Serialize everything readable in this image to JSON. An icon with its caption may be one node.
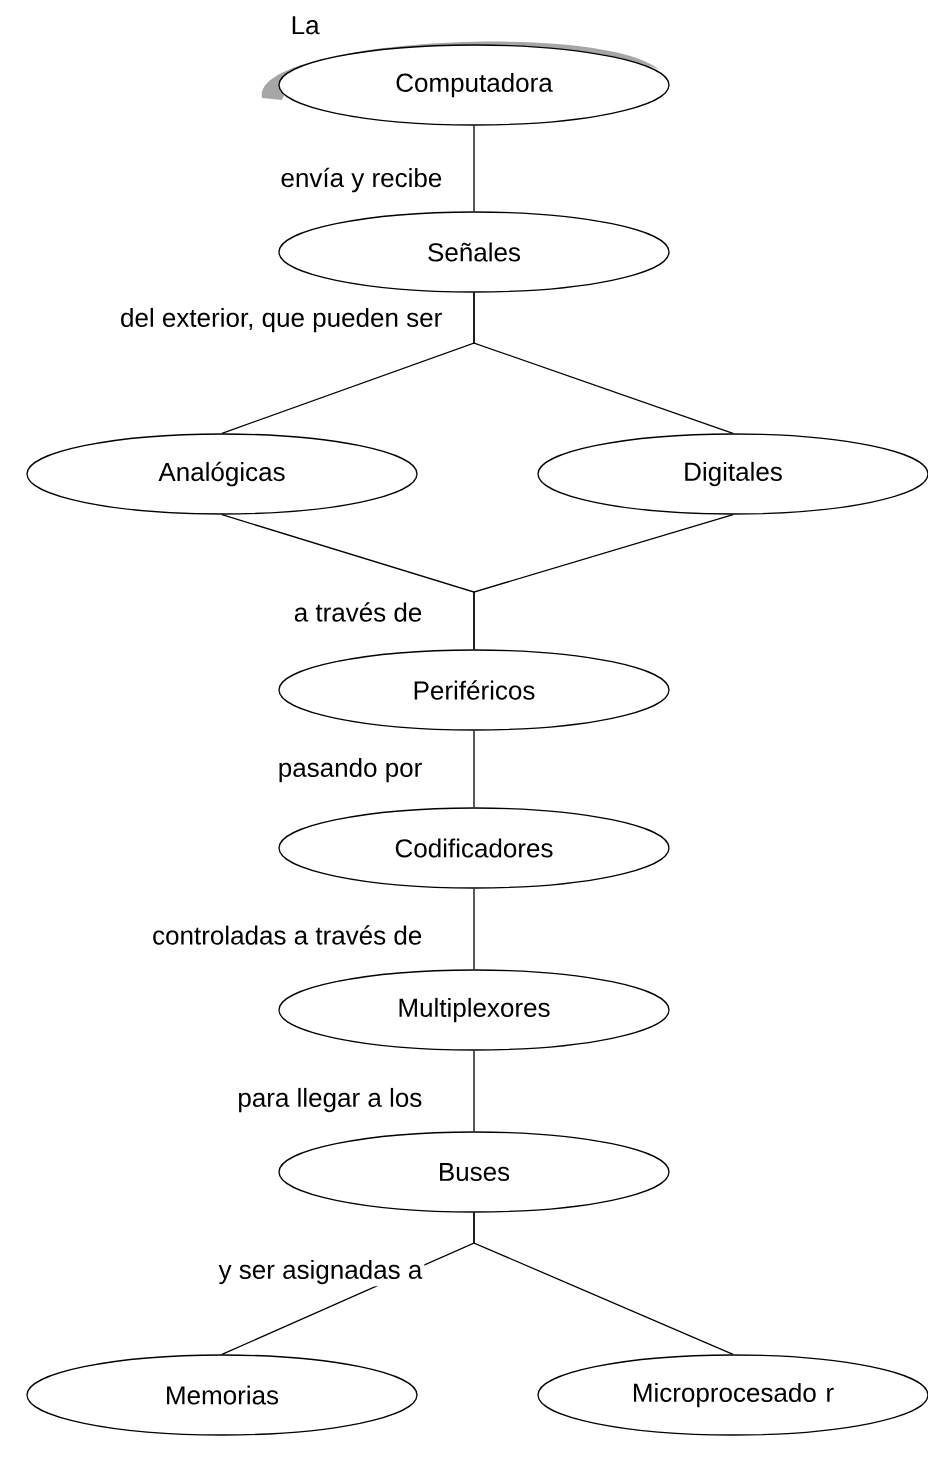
{
  "diagram": {
    "nodes": [
      {
        "text": [
          "La",
          "Computadora"
        ]
      },
      {
        "text": [
          "Señales"
        ]
      },
      {
        "text": [
          "Analógicas"
        ]
      },
      {
        "text": [
          "Digitales"
        ]
      },
      {
        "text": [
          "Periféricos"
        ]
      },
      {
        "text": [
          "Codificadores"
        ]
      },
      {
        "text": [
          "Multiplexores"
        ]
      },
      {
        "text": [
          "Buses"
        ]
      },
      {
        "text": [
          "Memorias"
        ]
      },
      {
        "text": [
          "Microprocesado r"
        ]
      }
    ],
    "edges": [
      {
        "from": 0,
        "to": 1,
        "arrow": "none",
        "label": "envía y recibe"
      },
      {
        "from": 1,
        "to": 2,
        "arrow": "none",
        "label": "del exterior, que pueden ser"
      },
      {
        "from": 1,
        "to": 3,
        "arrow": "none"
      },
      {
        "from": 2,
        "to": 4,
        "arrow": "none",
        "label": "a través de"
      },
      {
        "from": 3,
        "to": 4,
        "arrow": "none"
      },
      {
        "from": 4,
        "to": 5,
        "arrow": "none",
        "label": "pasando por"
      },
      {
        "from": 5,
        "to": 6,
        "arrow": "none",
        "label": "controladas a través de"
      },
      {
        "from": 6,
        "to": 7,
        "arrow": "none",
        "label": "para llegar a los"
      },
      {
        "from": 7,
        "to": 8,
        "arrow": "none",
        "label": "y ser asignadas a"
      },
      {
        "from": 7,
        "to": 9,
        "arrow": "none"
      }
    ]
  }
}
